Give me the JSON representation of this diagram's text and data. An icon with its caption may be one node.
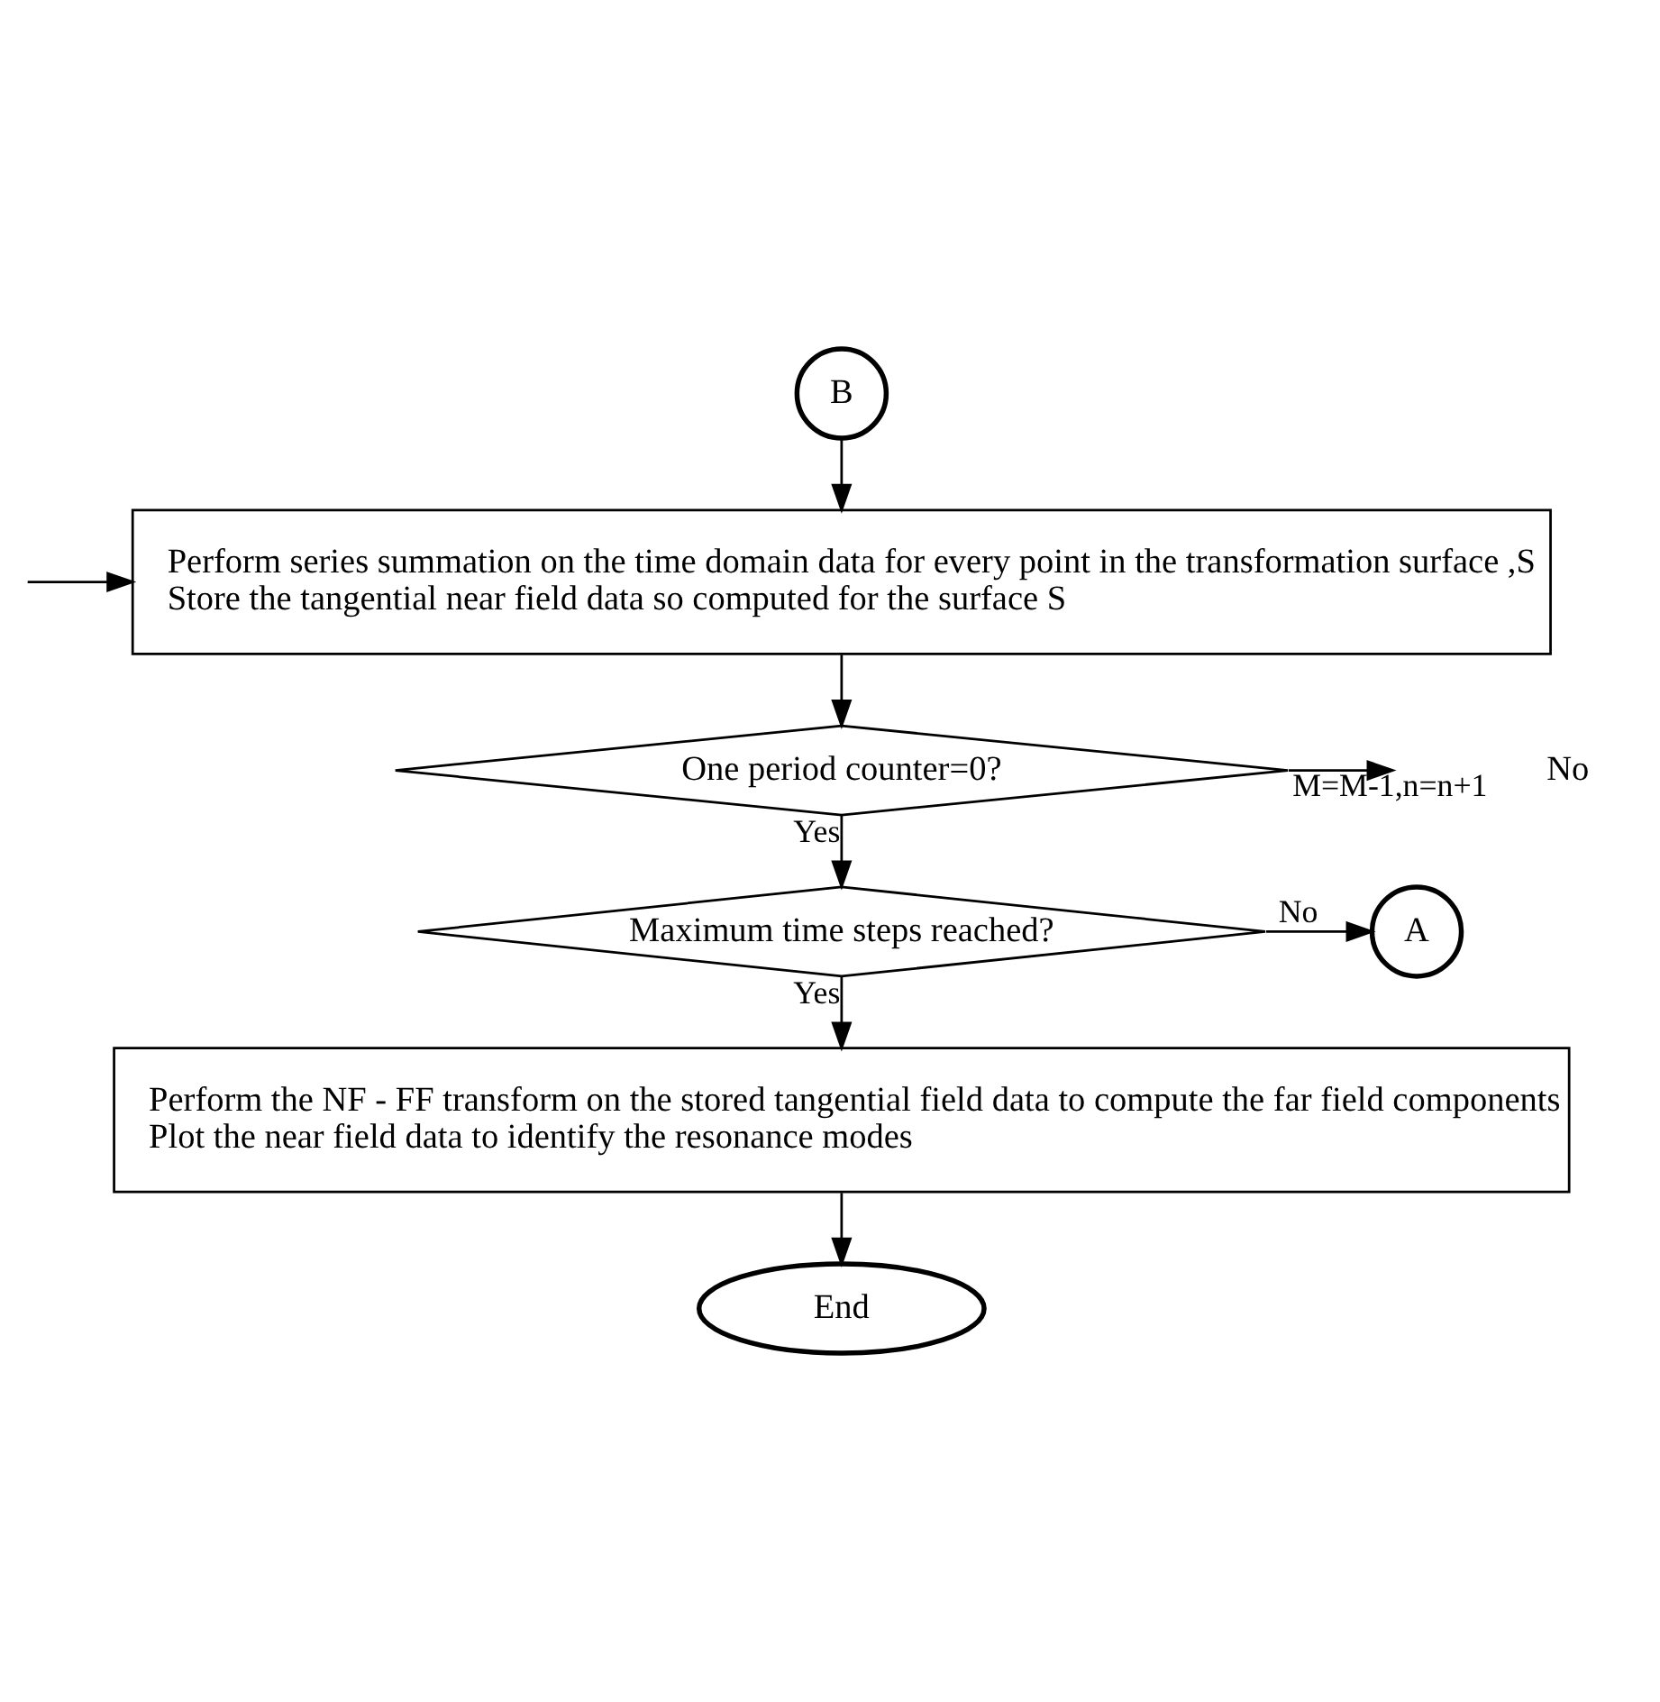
{
  "diagram": {
    "nodes": [
      {
        "text": [
          "B"
        ]
      },
      {
        "text": [
          "Perform series summation on the time domain data for every point in the transformation surface ,S",
          "Store the tangential near field data so computed for the surface S"
        ]
      },
      {
        "text": [
          "One period counter=0?"
        ]
      },
      {
        "text": [
          "Maximum time steps reached?"
        ]
      },
      {
        "text": [
          "A"
        ]
      },
      {
        "text": [
          "Perform the NF - FF transform on the stored tangential field data to compute the far field components",
          "Plot the near field data to identify the resonance modes"
        ]
      },
      {
        "text": [
          "End"
        ]
      }
    ],
    "edges": [
      {
        "from": 0,
        "to": 1,
        "arrow": "to"
      },
      {
        "from": null,
        "to": 1,
        "arrow": "to"
      },
      {
        "from": 1,
        "to": 2,
        "arrow": "to"
      },
      {
        "from": 2,
        "to": null,
        "arrow": "to",
        "label": "M=M-1,n=n+1"
      },
      {
        "from": 2,
        "to": 3,
        "arrow": "to",
        "label": "Yes"
      },
      {
        "from": 3,
        "to": 4,
        "arrow": "to",
        "label": "No"
      },
      {
        "from": 3,
        "to": 5,
        "arrow": "to",
        "label": "Yes"
      },
      {
        "from": 5,
        "to": 6,
        "arrow": "to"
      }
    ],
    "labels": [
      "No"
    ]
  }
}
